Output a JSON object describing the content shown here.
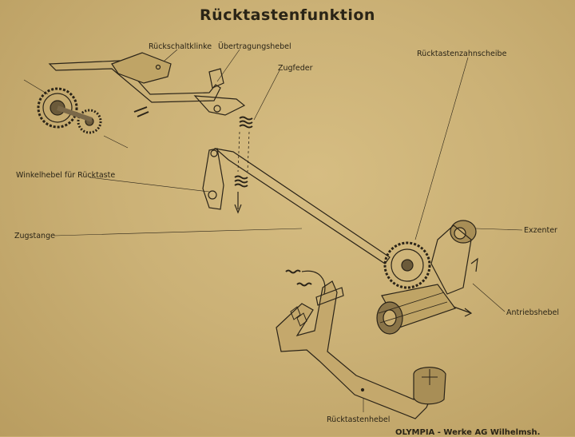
{
  "title": "Rücktastenfunktion",
  "labels": {
    "rueckschaltklinke": "Rückschaltklinke",
    "uebertragungshebel": "Übertragungshebel",
    "zugfeder": "Zugfeder",
    "ruecktastenzahnscheibe": "Rücktastenzahnscheibe",
    "winkelhebel": "Winkelhebel für Rücktaste",
    "zugstange": "Zugstange",
    "exzenter": "Exzenter",
    "antriebshebel": "Antriebshebel",
    "ruecktastenhebel": "Rücktastenhebel"
  },
  "footer": "OLYMPIA - Werke AG Wilhelmsh."
}
